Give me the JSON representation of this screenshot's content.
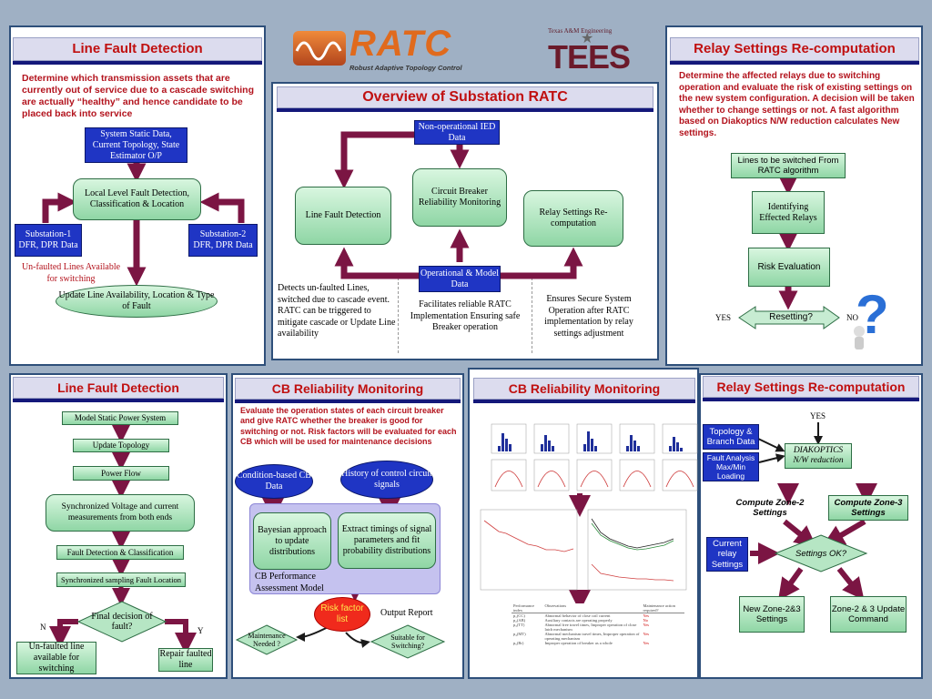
{
  "logo": {
    "word": "RATC",
    "sub": "Robust Adaptive Topology Control"
  },
  "tees": {
    "top": "Texas A&M Engineering",
    "word": "TEES"
  },
  "p1": {
    "title": "Line Fault Detection",
    "desc": "Determine which transmission assets that are currently out of service due to a cascade switching are actually “healthy” and hence candidate to be placed back into service",
    "b1": "System Static Data, Current Topology, State Estimator O/P",
    "b2": "Local Level Fault Detection, Classification & Location",
    "s1": "Substation-1 DFR, DPR Data",
    "s2": "Substation-2 DFR, DPR Data",
    "note": "Un-faulted Lines Available for switching",
    "b3": "Update Line Availability, Location & Type of Fault"
  },
  "overview": {
    "title": "Overview of Substation RATC",
    "nonop": "Non-operational IED Data",
    "cb": "Circuit Breaker Reliability Monitoring",
    "lfd": "Line Fault Detection",
    "relay": "Relay Settings Re-computation",
    "opdata": "Operational & Model Data",
    "t1": "Detects un-faulted Lines, switched due to cascade event. RATC can be triggered to mitigate cascade or Update Line availability",
    "t2": "Facilitates reliable RATC Implementation Ensuring safe Breaker operation",
    "t3": "Ensures Secure System Operation after RATC implementation by relay settings adjustment"
  },
  "p3": {
    "title": "Relay Settings Re-computation",
    "desc": "Determine the affected relays due to switching operation and evaluate the risk of existing settings on the new system configuration. A decision will be taken whether to change settings or not. A fast algorithm based on Diakoptics N/W reduction calculates New settings.",
    "b1": "Lines to be switched From RATC algorithm",
    "b2": "Identifying Effected Relays",
    "b3": "Risk Evaluation",
    "b4": "Resetting?",
    "yes": "YES",
    "no": "NO"
  },
  "p4": {
    "title": "Line Fault Detection",
    "s1": "Model Static Power System",
    "s2": "Update Topology",
    "s3": "Power Flow",
    "s4": "Synchronized Voltage and current measurements from both ends",
    "s5": "Fault Detection & Classification",
    "s6": "Synchronized sampling Fault Location",
    "d1": "Final decision of fault?",
    "n": "N",
    "y": "Y",
    "o1": "Un-faulted line available for switching",
    "o2": "Repair faulted line"
  },
  "p5": {
    "title": "CB Reliability Monitoring",
    "desc": "Evaluate the operation states of each circuit breaker and give RATC whether the breaker is good for switching or not. Risk factors will be evaluated for each CB which will be used for maintenance decisions",
    "e1": "Condition-based CB Data",
    "e2": "History of control circuit signals",
    "b1": "Bayesian approach to update distributions",
    "b2": "Extract timings of signal parameters and fit probability distributions",
    "perf": "CB Performance Assessment Model",
    "risk": "Risk factor list",
    "out": "Output Report",
    "m": "Maintenance Needed ?",
    "sw": "Suitable for Switching?"
  },
  "p6": {
    "title": "CB Reliability Monitoring",
    "table": {
      "headers": [
        "Performance index",
        "Observations",
        "Maintenance action required?"
      ],
      "rows": [
        [
          "p₁(CC)",
          "Abnormal behavior of close coil current",
          "Yes"
        ],
        [
          "p₂(AB)",
          "Auxiliary contacts are operating properly",
          "No"
        ],
        [
          "p₃(TT)",
          "Abnormal free travel times, Improper operation of close latch mechanism",
          "Yes"
        ],
        [
          "p₄(MT)",
          "Abnormal mechanism travel times, Improper operation of operating mechanism",
          "Yes"
        ],
        [
          "p₅(Br)",
          "Improper operation of breaker as a whole",
          "Yes"
        ]
      ]
    }
  },
  "p7": {
    "title": "Relay Settings Re-computation",
    "yes": "YES",
    "topo": "Topology & Branch Data",
    "fault": "Fault Analysis Max/Min Loading",
    "diak": "DIAKOPTICS N/W reduction",
    "cz2": "Compute Zone-2 Settings",
    "cz3": "Compute Zone-3 Settings",
    "cur": "Current relay Settings",
    "ok": "Settings OK?",
    "new": "New Zone-2&3 Settings",
    "upd": "Zone-2 & 3 Update Command"
  },
  "colors": {
    "title_red": "#c01010",
    "navy": "#14187a",
    "arrow": "#7b1543",
    "green_box": "#8fd6a5",
    "blue_box": "#1f35c4"
  }
}
